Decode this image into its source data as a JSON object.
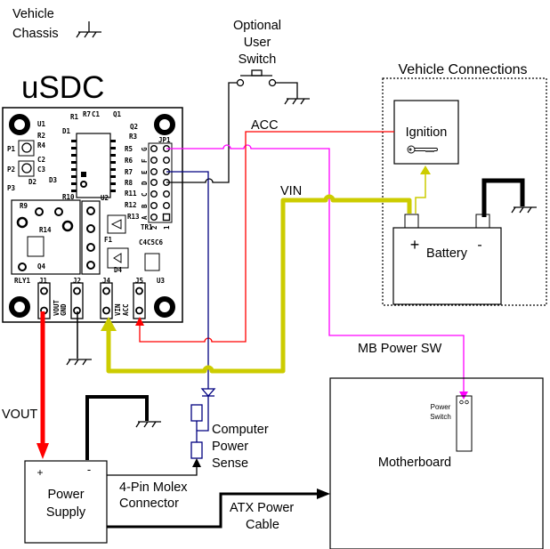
{
  "legend": {
    "vehicle_chassis": [
      "Vehicle",
      "Chassis"
    ]
  },
  "board": {
    "title": "uSDC",
    "silkscreen": [
      "U1",
      "D1",
      "R1",
      "R7",
      "C1",
      "Q1",
      "Q2",
      "R2",
      "R3",
      "R4",
      "C2",
      "C3",
      "P1",
      "P2",
      "P3",
      "D2",
      "D3",
      "R10",
      "JP1",
      "R5",
      "R6",
      "R7",
      "R8",
      "R11",
      "R12",
      "R13",
      "R9",
      "R14",
      "Q4",
      "U2",
      "F1",
      "TR1",
      "C4",
      "C5",
      "C6",
      "D4",
      "U3",
      "RLY1",
      "J1",
      "J2",
      "J4",
      "J5"
    ],
    "connector_labels": [
      "VOUT",
      "GND",
      "VIN",
      "ACC"
    ],
    "header_rows": [
      "G",
      "F",
      "E",
      "D",
      "C",
      "B",
      "A"
    ],
    "header_cols": [
      "2",
      "1"
    ]
  },
  "switch": {
    "label": [
      "Optional",
      "User",
      "Switch"
    ]
  },
  "vehicle": {
    "title": "Vehicle Connections",
    "ignition": "Ignition",
    "battery": "Battery",
    "battery_plus": "+",
    "battery_minus": "-"
  },
  "wires": {
    "acc": "ACC",
    "vin": "VIN",
    "vout": "VOUT",
    "mb_power_sw": "MB Power SW",
    "molex": [
      "4-Pin Molex",
      "Connector"
    ],
    "atx": [
      "ATX Power",
      "Cable"
    ],
    "sense": [
      "Computer",
      "Power",
      "Sense"
    ]
  },
  "power_supply": {
    "label": [
      "Power",
      "Supply"
    ],
    "plus": "+",
    "minus": "-"
  },
  "motherboard": {
    "label": "Motherboard",
    "power_switch": [
      "Power",
      "Switch"
    ]
  },
  "colors": {
    "acc": "#ff0000",
    "vin": "#cccc00",
    "vout": "#ff0000",
    "mb_sw": "#ff00ff",
    "sense": "#000080",
    "ground": "#000000"
  }
}
